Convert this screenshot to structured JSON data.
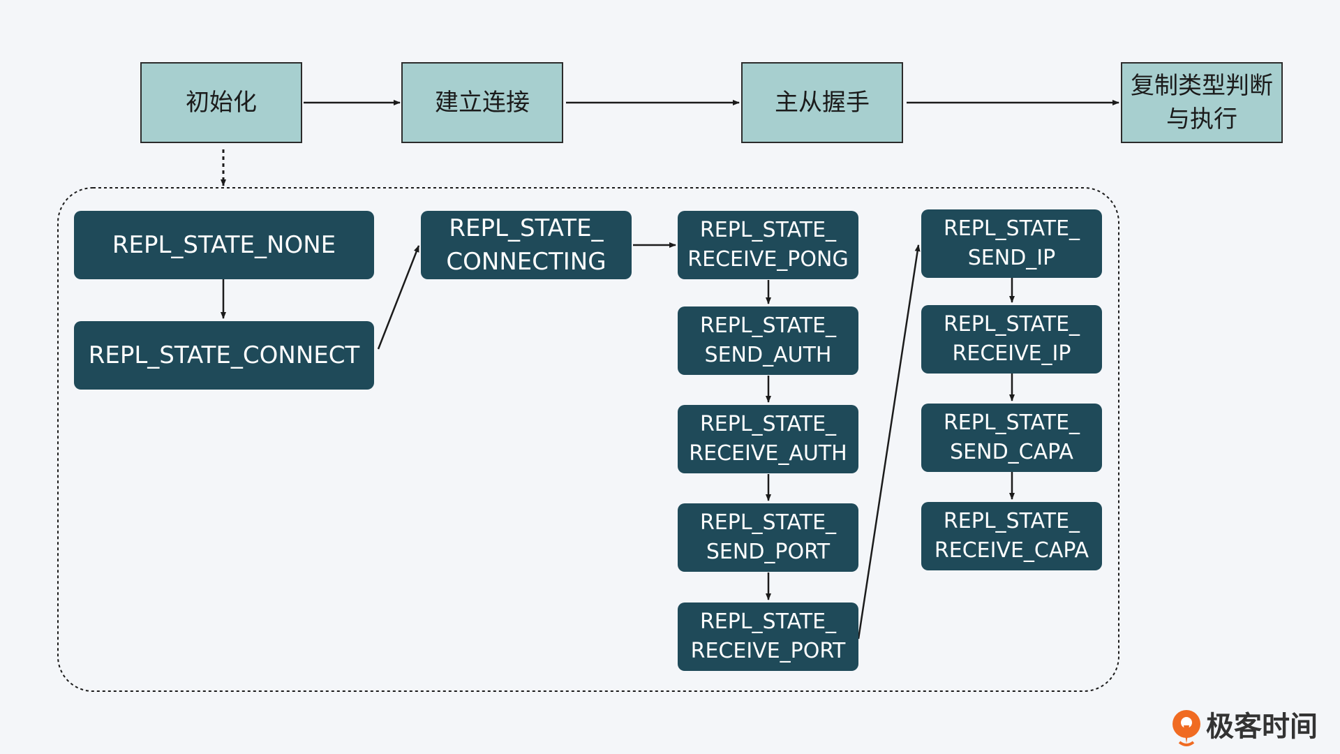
{
  "stages": [
    {
      "id": "init",
      "label": "初始化"
    },
    {
      "id": "connect",
      "label": "建立连接"
    },
    {
      "id": "handshake",
      "label": "主从握手"
    },
    {
      "id": "replicate",
      "label": "复制类型判断\n与执行"
    }
  ],
  "states": [
    {
      "id": "none",
      "label": "REPL_STATE_NONE"
    },
    {
      "id": "connect",
      "label": "REPL_STATE_CONNECT"
    },
    {
      "id": "connecting",
      "label": "REPL_STATE_\nCONNECTING"
    },
    {
      "id": "receive_pong",
      "label": "REPL_STATE_\nRECEIVE_PONG"
    },
    {
      "id": "send_auth",
      "label": "REPL_STATE_\nSEND_AUTH"
    },
    {
      "id": "receive_auth",
      "label": "REPL_STATE_\nRECEIVE_AUTH"
    },
    {
      "id": "send_port",
      "label": "REPL_STATE_\nSEND_PORT"
    },
    {
      "id": "receive_port",
      "label": "REPL_STATE_\nRECEIVE_PORT"
    },
    {
      "id": "send_ip",
      "label": "REPL_STATE_\nSEND_IP"
    },
    {
      "id": "receive_ip",
      "label": "REPL_STATE_\nRECEIVE_IP"
    },
    {
      "id": "send_capa",
      "label": "REPL_STATE_\nSEND_CAPA"
    },
    {
      "id": "receive_capa",
      "label": "REPL_STATE_\nRECEIVE_CAPA"
    }
  ],
  "edges": [
    {
      "from": "init",
      "to": "connect",
      "style": "solid"
    },
    {
      "from": "connect",
      "to": "handshake",
      "style": "solid"
    },
    {
      "from": "handshake",
      "to": "replicate",
      "style": "solid"
    },
    {
      "from": "init",
      "to": "state-group",
      "style": "dashed"
    },
    {
      "from": "none",
      "to": "connect",
      "style": "solid"
    },
    {
      "from": "connect",
      "to": "connecting",
      "style": "solid"
    },
    {
      "from": "connecting",
      "to": "receive_pong",
      "style": "solid"
    },
    {
      "from": "receive_pong",
      "to": "send_auth",
      "style": "solid"
    },
    {
      "from": "send_auth",
      "to": "receive_auth",
      "style": "solid"
    },
    {
      "from": "receive_auth",
      "to": "send_port",
      "style": "solid"
    },
    {
      "from": "send_port",
      "to": "receive_port",
      "style": "solid"
    },
    {
      "from": "receive_port",
      "to": "send_ip",
      "style": "solid"
    },
    {
      "from": "send_ip",
      "to": "receive_ip",
      "style": "solid"
    },
    {
      "from": "receive_ip",
      "to": "send_capa",
      "style": "solid"
    },
    {
      "from": "send_capa",
      "to": "receive_capa",
      "style": "solid"
    }
  ],
  "logo": {
    "text": "极客时间",
    "icon": "geektime-logo-icon"
  },
  "colors": {
    "background": "#f4f6f9",
    "stage_fill": "#a7cfcf",
    "state_fill": "#1f4a59",
    "state_text": "#ffffff",
    "line": "#1b1b1b",
    "logo_orange": "#f06b22"
  }
}
